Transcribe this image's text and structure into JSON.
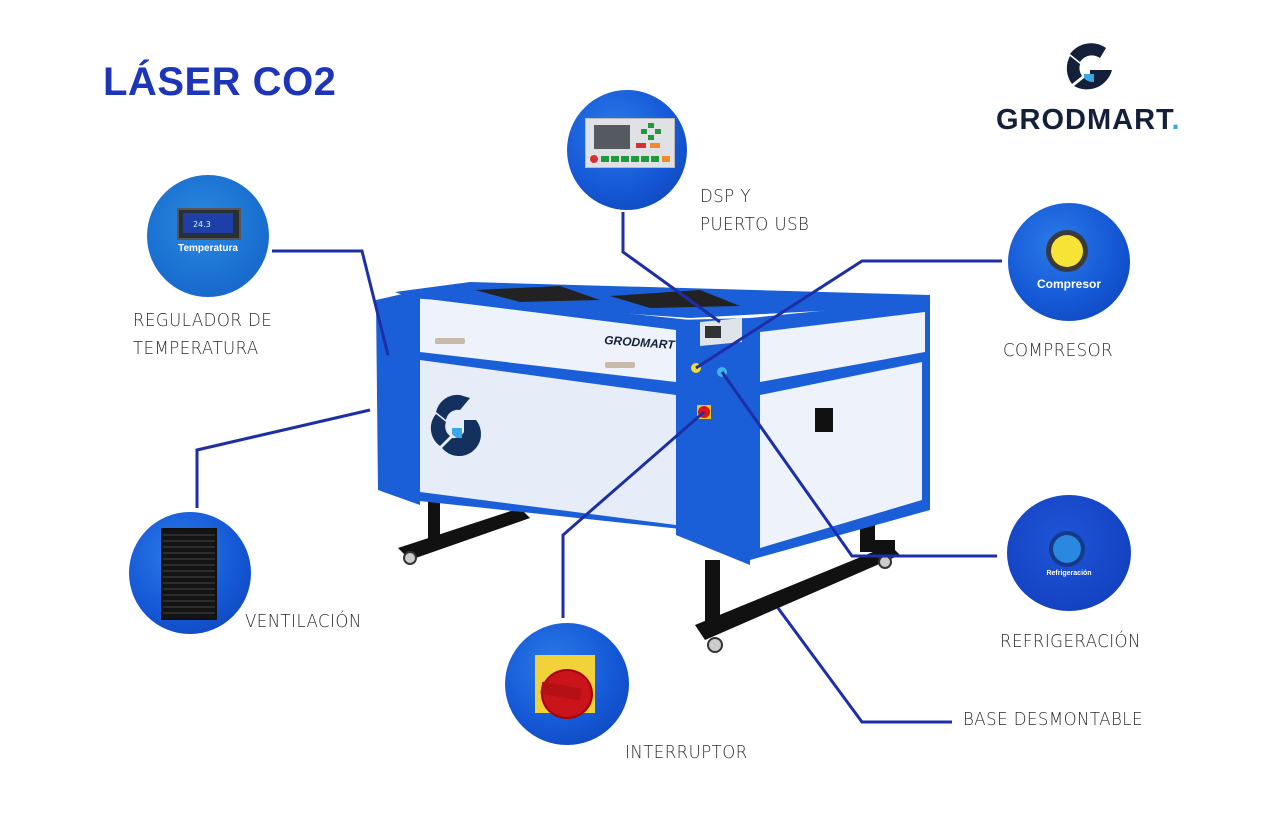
{
  "header": {
    "title": "LÁSER CO2",
    "brand_name": "GRODMART",
    "brand_dot": "."
  },
  "machine": {
    "panel_brand": "GRODMART",
    "logo_icon": "g-logo-icon"
  },
  "callouts": [
    {
      "id": "dsp",
      "label_line1": "DSP Y",
      "label_line2": "PUERTO USB"
    },
    {
      "id": "temperature",
      "label_line1": "REGULADOR DE",
      "label_line2": "TEMPERATURA",
      "circle_caption": "Temperatura",
      "display_value": "24.3"
    },
    {
      "id": "compressor",
      "label_line1": "COMPRESOR",
      "circle_caption": "Compresor"
    },
    {
      "id": "ventilation",
      "label_line1": "VENTILACIÓN"
    },
    {
      "id": "cooling",
      "label_line1": "REFRIGERACIÓN",
      "circle_caption": "Refrigeración"
    },
    {
      "id": "switch",
      "label_line1": "INTERRUPTOR"
    },
    {
      "id": "base",
      "label_line1": "BASE DESMONTABLE"
    }
  ],
  "colors": {
    "accent_blue": "#1d35b8",
    "machine_blue": "#1a5fd8",
    "brand_dark": "#14203a",
    "brand_light_blue": "#38a8e8",
    "leader_line": "#1c2fa6"
  }
}
